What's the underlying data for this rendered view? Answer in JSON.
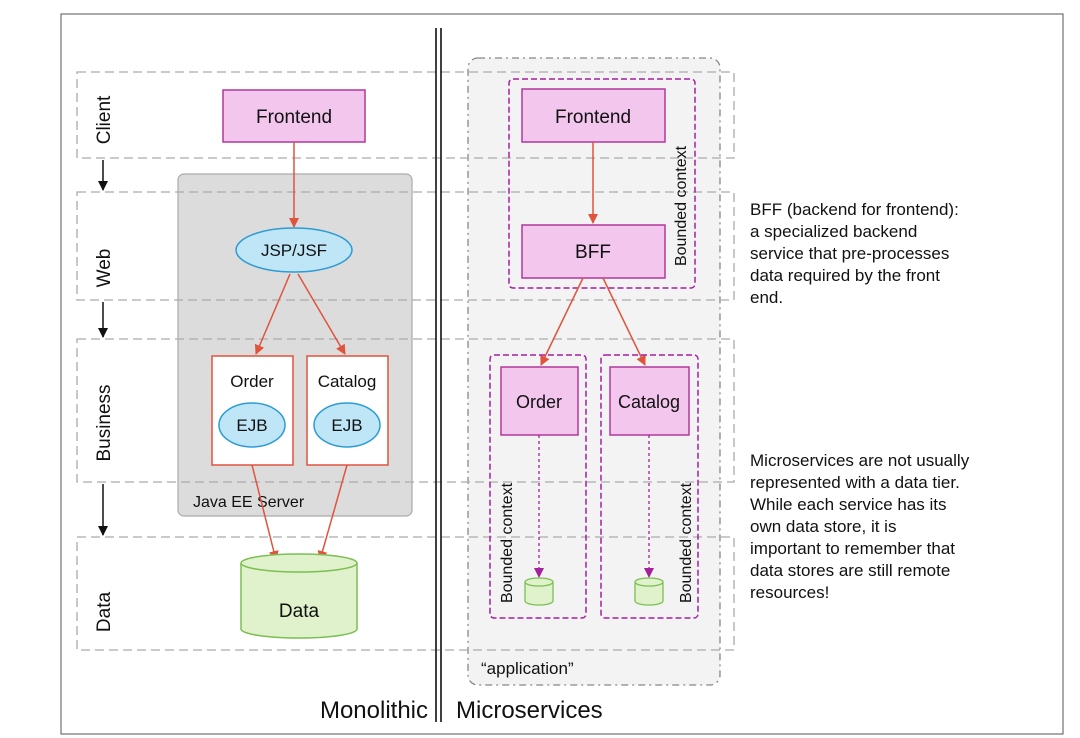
{
  "tiers": {
    "client": "Client",
    "web": "Web",
    "business": "Business",
    "data": "Data"
  },
  "monolithic": {
    "frontend": "Frontend",
    "jsp": "JSP/JSF",
    "order": "Order",
    "catalog": "Catalog",
    "ejb": "EJB",
    "server": "Java EE Server",
    "data": "Data"
  },
  "microservices": {
    "frontend": "Frontend",
    "bff": "BFF",
    "order": "Order",
    "catalog": "Catalog",
    "bounded_context": "Bounded context",
    "application": "“application”"
  },
  "captions": {
    "monolithic": "Monolithic",
    "microservices": "Microservices"
  },
  "notes": {
    "bff_lines": [
      "BFF (backend for frontend):",
      "a specialized backend",
      "service that pre-processes",
      "data required by the front",
      "end."
    ],
    "data_lines": [
      "Microservices are not usually",
      "represented with a data tier.",
      "While each service has its",
      "own data store, it is",
      "important to remember that",
      "data stores are still remote",
      "resources!"
    ]
  },
  "colors": {
    "pink_fill": "#f3c6ee",
    "pink_stroke": "#b1389c",
    "blue_fill": "#bfe6f7",
    "blue_stroke": "#2d9bd4",
    "red_arrow": "#e0533d",
    "green_fill": "#dff2cc",
    "green_stroke": "#7cbf52",
    "purple_arrow": "#a5209e",
    "server_fill": "#dcdcdc"
  }
}
